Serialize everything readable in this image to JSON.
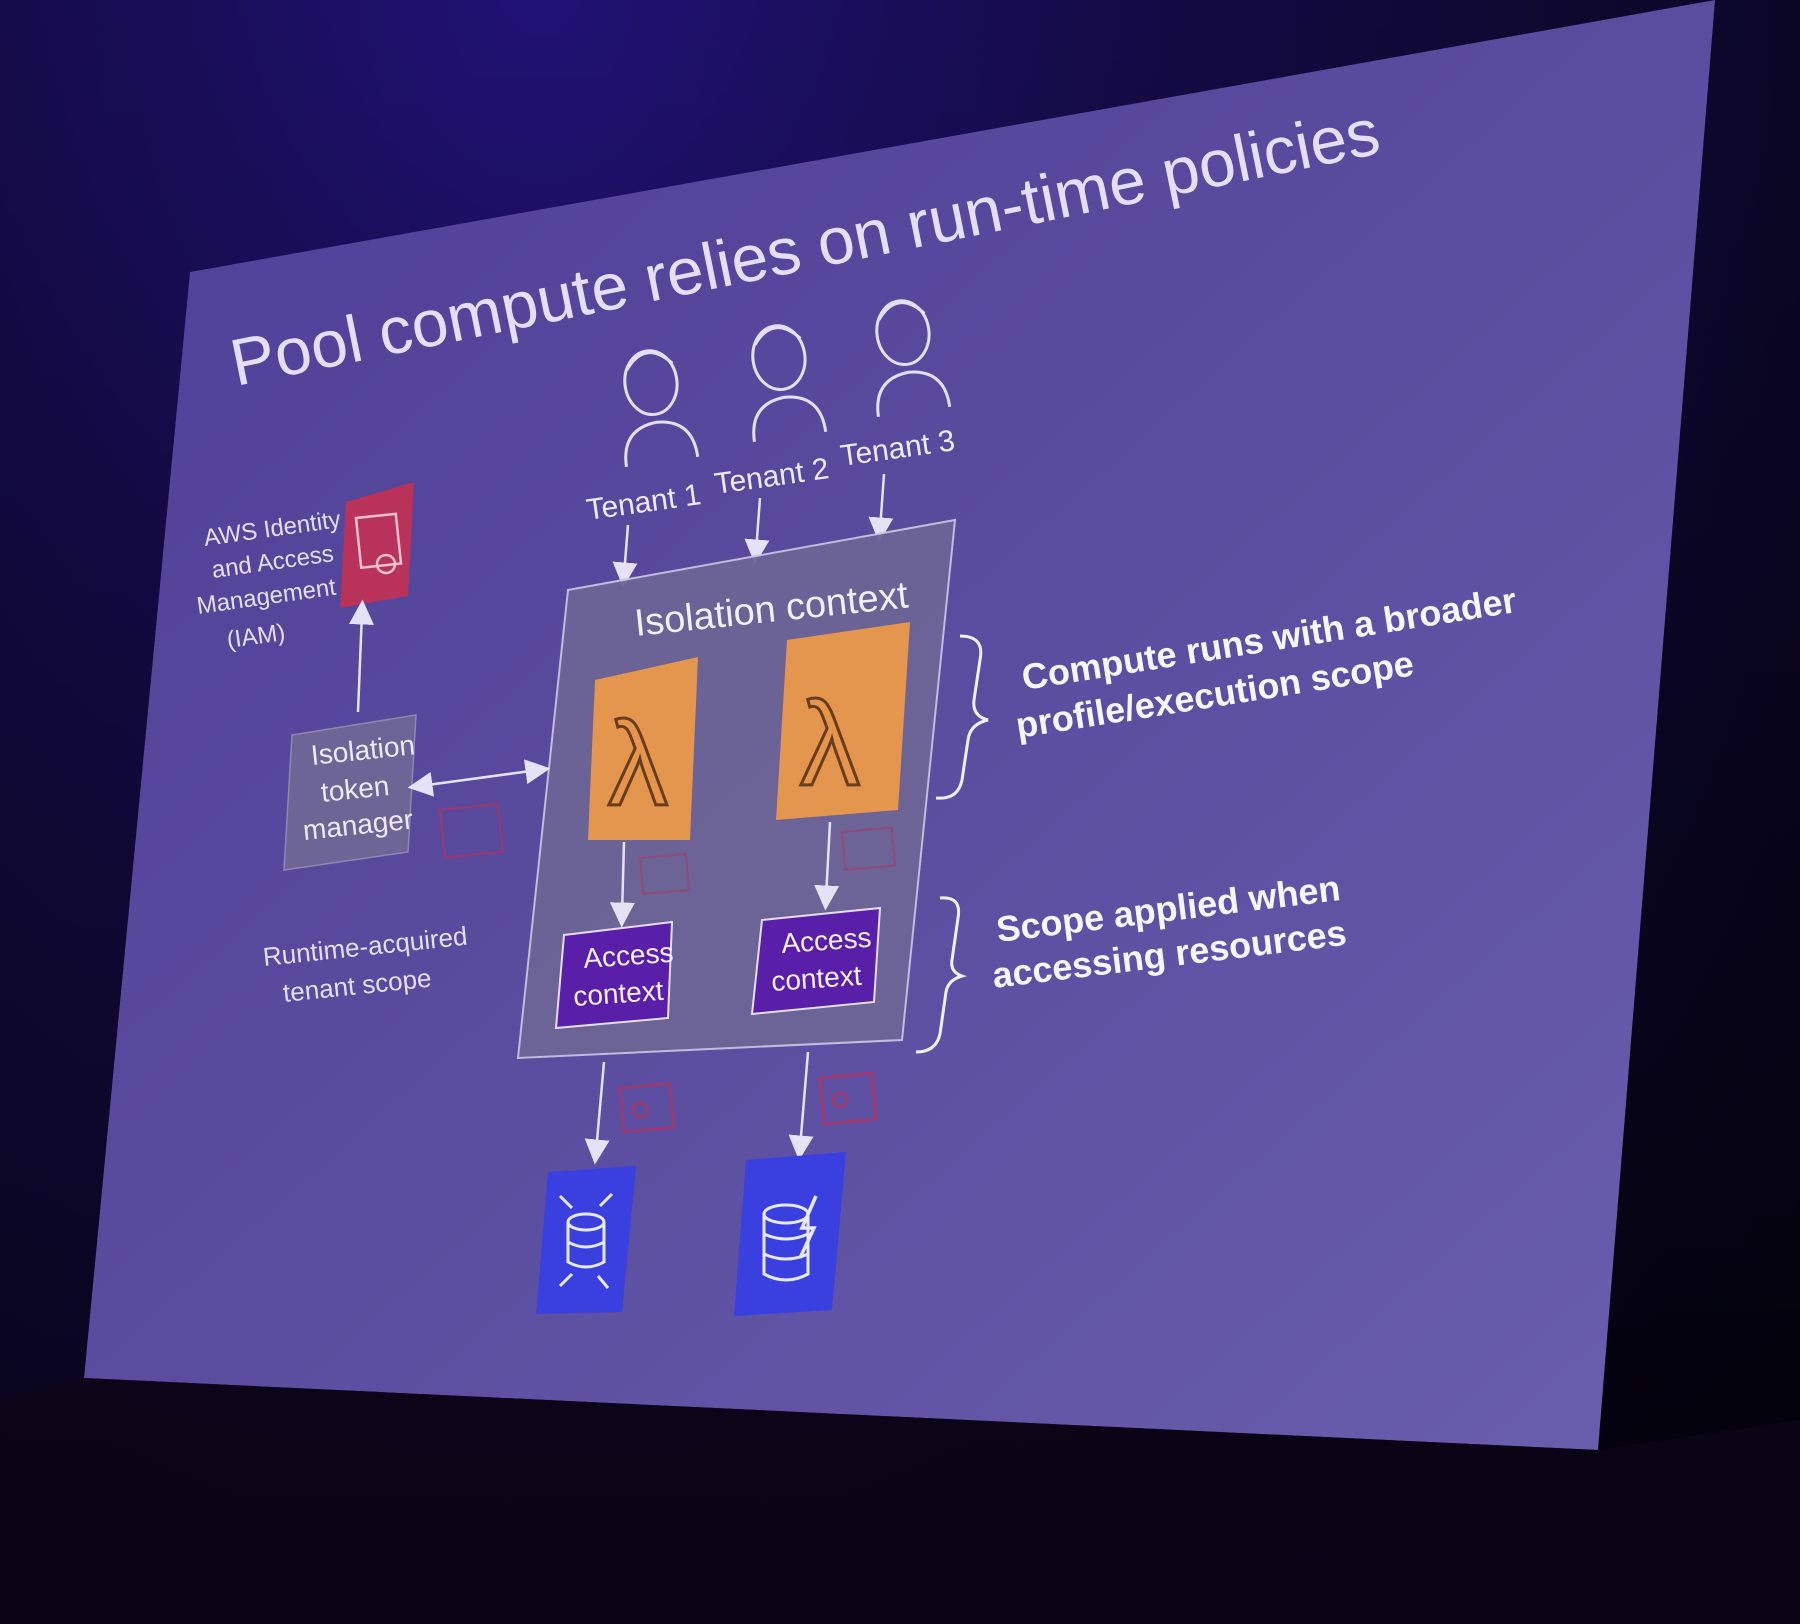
{
  "slide": {
    "title": "Pool compute relies on run-time policies",
    "tenants": [
      "Tenant 1",
      "Tenant 2",
      "Tenant 3"
    ],
    "iam_label": [
      "AWS Identity",
      "and Access",
      "Management",
      "(IAM)"
    ],
    "token_manager_label": [
      "Isolation",
      "token",
      "manager"
    ],
    "runtime_scope_label": [
      "Runtime-acquired",
      "tenant scope"
    ],
    "isolation_context_label": "Isolation context",
    "access_context_label": [
      "Access",
      "context"
    ],
    "compute_note": [
      "Compute runs with a broader",
      "profile/execution scope"
    ],
    "scope_note": [
      "Scope applied when",
      "accessing resources"
    ]
  },
  "icons": {
    "tenant": "user-icon",
    "iam": "iam-icon",
    "lambda": "lambda-icon",
    "key": "key-icon",
    "rds": "rds-icon",
    "dynamodb": "dynamodb-icon"
  },
  "colors": {
    "slide_bg": "#5a4a9a",
    "lambda_orange": "#e8974a",
    "iam_red": "#b8325a",
    "access_purple": "#5a1fa8",
    "db_blue": "#3a3fe0"
  }
}
